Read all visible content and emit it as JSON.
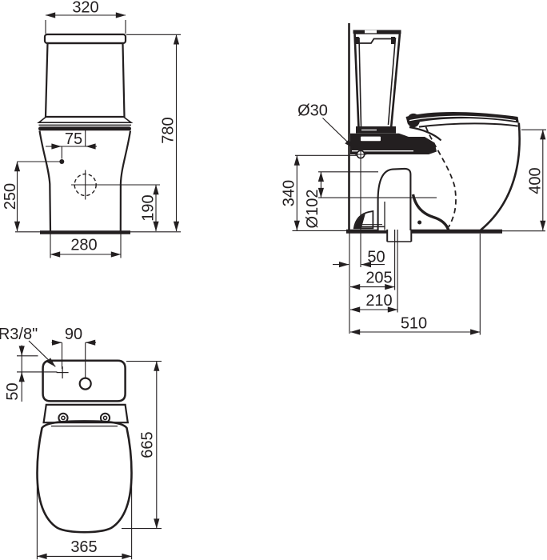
{
  "drawing": {
    "title": "Close-coupled WC dimensional drawing",
    "views": {
      "front": {
        "name": "front view",
        "dims": {
          "cistern_width": "320",
          "overall_height": "780",
          "supply_offset_x": "75",
          "supply_height": "250",
          "inlet_center_height": "190",
          "base_width": "280"
        }
      },
      "side": {
        "name": "side view",
        "dims": {
          "supply_hole_dia": "Ø30",
          "supply_hole_height": "340",
          "outlet_dia": "Ø102",
          "pan_height": "400",
          "supply_from_wall": "50",
          "outlet_a": "205",
          "outlet_b": "210",
          "overall_depth": "510"
        }
      },
      "plan": {
        "name": "plan view",
        "dims": {
          "supply_thread": "R3/8\"",
          "button_offset": "90",
          "supply_offset_y": "50",
          "overall_length": "665",
          "seat_width": "365"
        }
      }
    },
    "colors": {
      "line": "#231f20",
      "background": "#ffffff"
    }
  }
}
